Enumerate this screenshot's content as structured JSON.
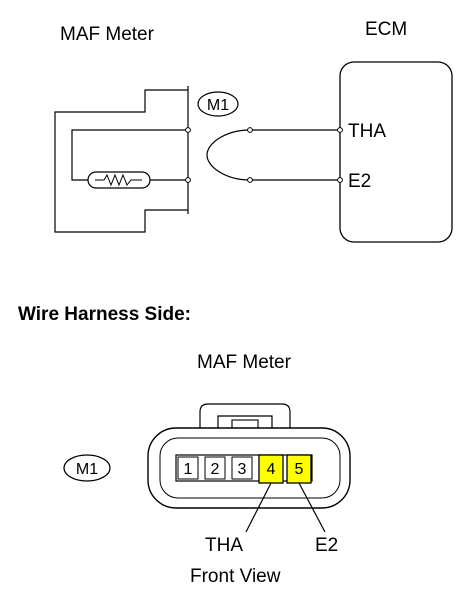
{
  "top": {
    "maf_title": "MAF Meter",
    "ecm_title": "ECM",
    "connector_tag": "M1",
    "pin_tha": "THA",
    "pin_e2": "E2"
  },
  "harness": {
    "heading": "Wire Harness Side:",
    "maf_title": "MAF Meter",
    "connector_tag": "M1",
    "pins": [
      {
        "number": "1",
        "highlighted": false
      },
      {
        "number": "2",
        "highlighted": false
      },
      {
        "number": "3",
        "highlighted": false
      },
      {
        "number": "4",
        "highlighted": true
      },
      {
        "number": "5",
        "highlighted": true
      }
    ],
    "callout_tha": "THA",
    "callout_e2": "E2",
    "footer": "Front View"
  },
  "colors": {
    "highlight": "#ffff00",
    "ink": "#000000",
    "background": "#ffffff"
  }
}
